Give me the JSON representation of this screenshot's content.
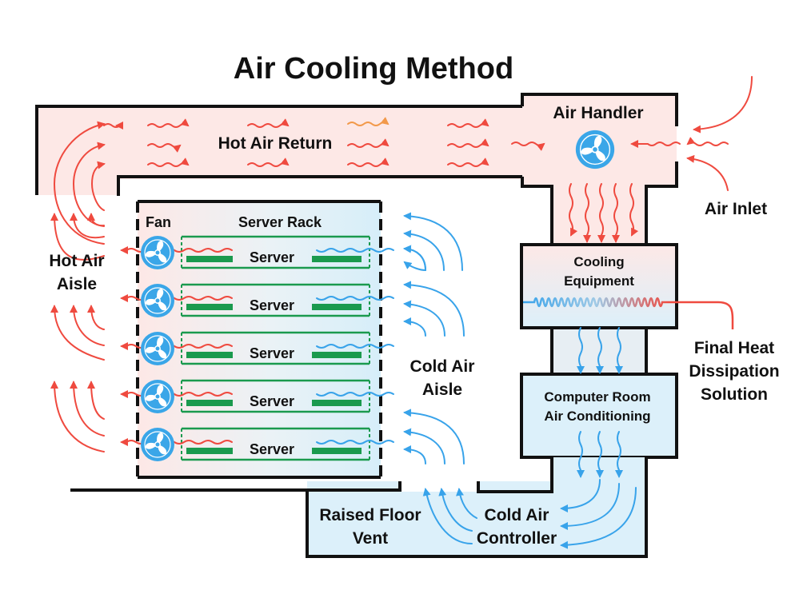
{
  "title": "Air Cooling Method",
  "labels": {
    "air_handler": "Air Handler",
    "hot_air_return": "Hot Air Return",
    "air_inlet": "Air Inlet",
    "hot_air_aisle_1": "Hot Air",
    "hot_air_aisle_2": "Aisle",
    "fan": "Fan",
    "server_rack": "Server Rack",
    "server": "Server",
    "cooling_equipment_1": "Cooling",
    "cooling_equipment_2": "Equipment",
    "final_heat_1": "Final Heat",
    "final_heat_2": "Dissipation",
    "final_heat_3": "Solution",
    "cold_air_aisle_1": "Cold Air",
    "cold_air_aisle_2": "Aisle",
    "crac_1": "Computer Room",
    "crac_2": "Air Conditioning",
    "raised_floor_1": "Raised Floor",
    "raised_floor_2": "Vent",
    "cold_air_controller_1": "Cold Air",
    "cold_air_controller_2": "Controller"
  },
  "colors": {
    "hot": "#ef4a3f",
    "cold": "#38a3ea",
    "hot_fill": "#fde8e6",
    "cold_fill": "#dcf0fa",
    "server_green": "#1a9a4e",
    "fan_blue": "#3aa6e8",
    "duct_outline": "#111111"
  },
  "servers": [
    {
      "label": "Server"
    },
    {
      "label": "Server"
    },
    {
      "label": "Server"
    },
    {
      "label": "Server"
    },
    {
      "label": "Server"
    }
  ]
}
